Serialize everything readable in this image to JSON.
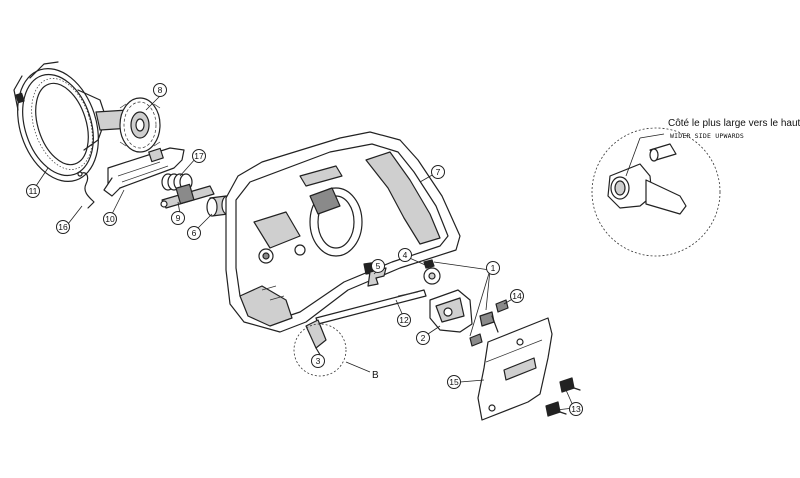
{
  "detail_note": {
    "line1": "Côté le plus large vers le haut",
    "line2": "WIDER SIDE UPWARDS"
  },
  "detail_letter": "B",
  "callouts": {
    "c1": "1",
    "c2": "2",
    "c3": "3",
    "c4": "4",
    "c5": "5",
    "c6": "6",
    "c7": "7",
    "c8": "8",
    "c9": "9",
    "c10": "10",
    "c11": "11",
    "c12": "12",
    "c13": "13",
    "c14": "14",
    "c15": "15",
    "c16": "16",
    "c17": "17"
  }
}
